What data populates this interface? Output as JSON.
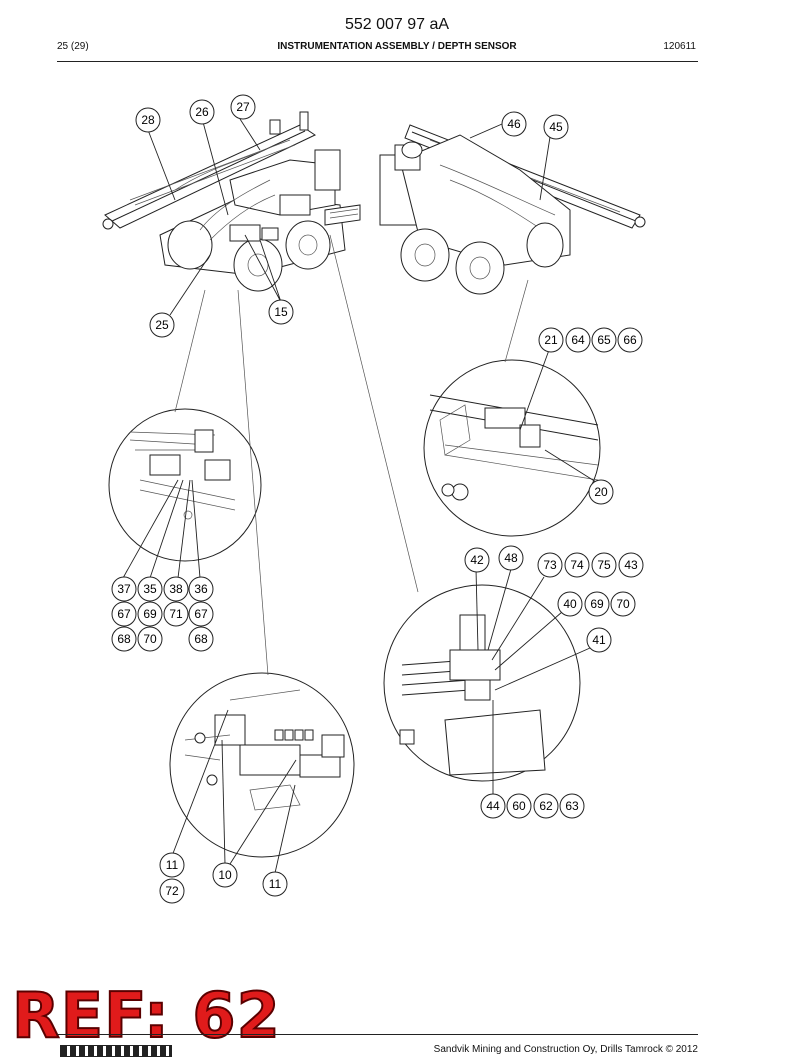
{
  "header": {
    "doc_number": "552 007 97 aA",
    "page": "25 (29)",
    "title": "INSTRUMENTATION ASSEMBLY / DEPTH SENSOR",
    "date": "120611"
  },
  "footer": {
    "copyright": "Sandvik Mining and Construction Oy, Drills Tamrock © 2012"
  },
  "stamp": {
    "text": "REF: 62",
    "color": "#e01b1b"
  },
  "callouts": {
    "c28": "28",
    "c26": "26",
    "c27": "27",
    "c46": "46",
    "c45": "45",
    "c15": "15",
    "c25": "25",
    "c21": "21",
    "c64": "64",
    "c65": "65",
    "c66": "66",
    "c20": "20",
    "c42": "42",
    "c48": "48",
    "c73": "73",
    "c74": "74",
    "c75": "75",
    "c43": "43",
    "c40": "40",
    "c69b": "69",
    "c70b": "70",
    "c41": "41",
    "c37": "37",
    "c35": "35",
    "c38": "38",
    "c36": "36",
    "c67a": "67",
    "c69a": "69",
    "c71": "71",
    "c67b": "67",
    "c68a": "68",
    "c70a": "70",
    "c68b": "68",
    "c44": "44",
    "c60": "60",
    "c62": "62",
    "c63": "63",
    "c11a": "11",
    "c72": "72",
    "c10": "10",
    "c11b": "11"
  }
}
